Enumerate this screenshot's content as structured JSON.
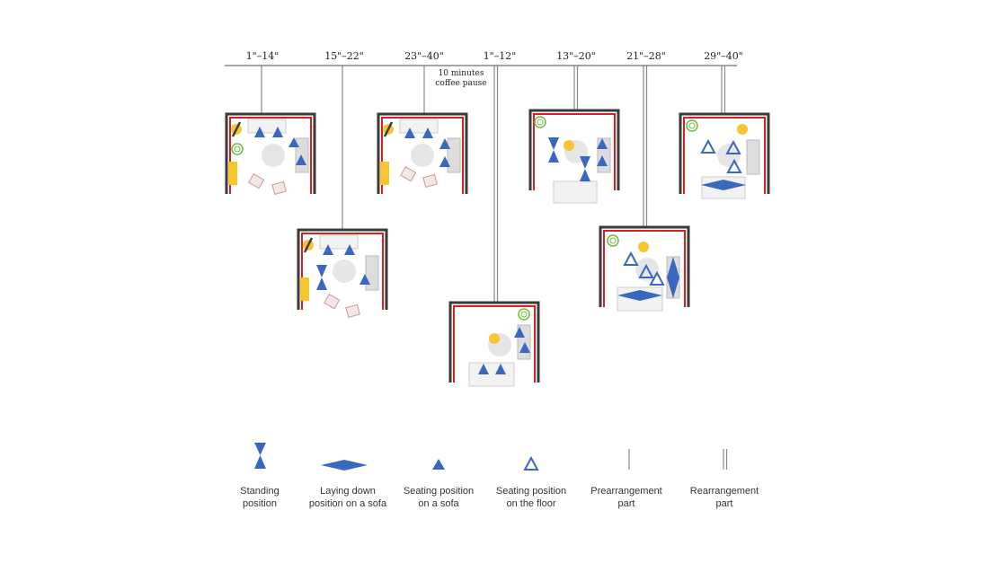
{
  "timeline": {
    "labels": [
      "1\"–14\"",
      "15\"–22\"",
      "23\"–40\"",
      "1\"–12\"",
      "13\"–20\"",
      "21\"–28\"",
      "29\"–40\""
    ],
    "pause_line1": "10 minutes",
    "pause_line2": "coffee pause"
  },
  "legend": {
    "standing": {
      "line1": "Standing",
      "line2": "position"
    },
    "laying": {
      "line1": "Laying down",
      "line2": "position on a sofa"
    },
    "seat_sofa": {
      "line1": "Seating position",
      "line2": "on a sofa"
    },
    "seat_floor": {
      "line1": "Seating position",
      "line2": "on the floor"
    },
    "prearrangement": {
      "line1": "Prearrangement",
      "line2": "part"
    },
    "rearrangement": {
      "line1": "Rearrangement",
      "line2": "part"
    }
  },
  "colors": {
    "wall_dark": "#3a3a3a",
    "wall_red": "#d62020",
    "person_blue": "#3a67c0",
    "yellow": "#f7c531",
    "plant_green": "#6dbb3f",
    "furniture_gray": "#cccccc",
    "table_gray": "#e6e6e6",
    "chair_pink": "#c99a9a"
  }
}
